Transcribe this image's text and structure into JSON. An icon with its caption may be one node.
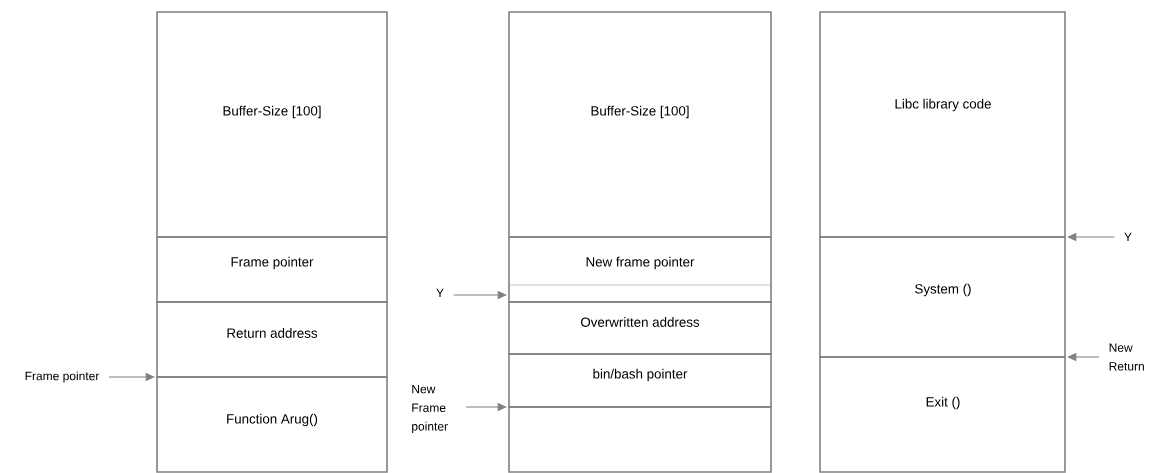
{
  "diagram": {
    "nodes": [
      {
        "text": [
          "Buffer-Size [100]"
        ]
      },
      {
        "text": [
          "Frame pointer"
        ]
      },
      {
        "text": [
          "Return address"
        ]
      },
      {
        "text": [
          "Function Arug()"
        ]
      },
      {
        "text": [
          "Buffer-Size [100]"
        ]
      },
      {
        "text": [
          "New frame pointer"
        ]
      },
      {
        "text": [
          "Overwritten address"
        ]
      },
      {
        "text": [
          "bin/bash pointer"
        ]
      },
      {
        "text": [],
        "shape": "box"
      },
      {
        "text": [
          "Libc library code"
        ]
      },
      {
        "text": [
          "System ()"
        ]
      },
      {
        "text": [
          "Exit ()"
        ]
      },
      {
        "text": [
          "Frame pointer"
        ]
      },
      {
        "text": [
          "Y"
        ]
      },
      {
        "text": [
          "New Frame pointer"
        ]
      },
      {
        "text": [
          "Y"
        ]
      },
      {
        "text": [
          "New Return"
        ]
      }
    ],
    "edges": [
      {
        "from": 12,
        "to": 2,
        "arrow": "to"
      },
      {
        "from": 13,
        "to": 6,
        "arrow": "to"
      },
      {
        "from": 14,
        "to": 7,
        "arrow": "to"
      },
      {
        "from": 15,
        "to": 10,
        "arrow": "to"
      },
      {
        "from": 16,
        "to": 11,
        "arrow": "to"
      }
    ]
  }
}
